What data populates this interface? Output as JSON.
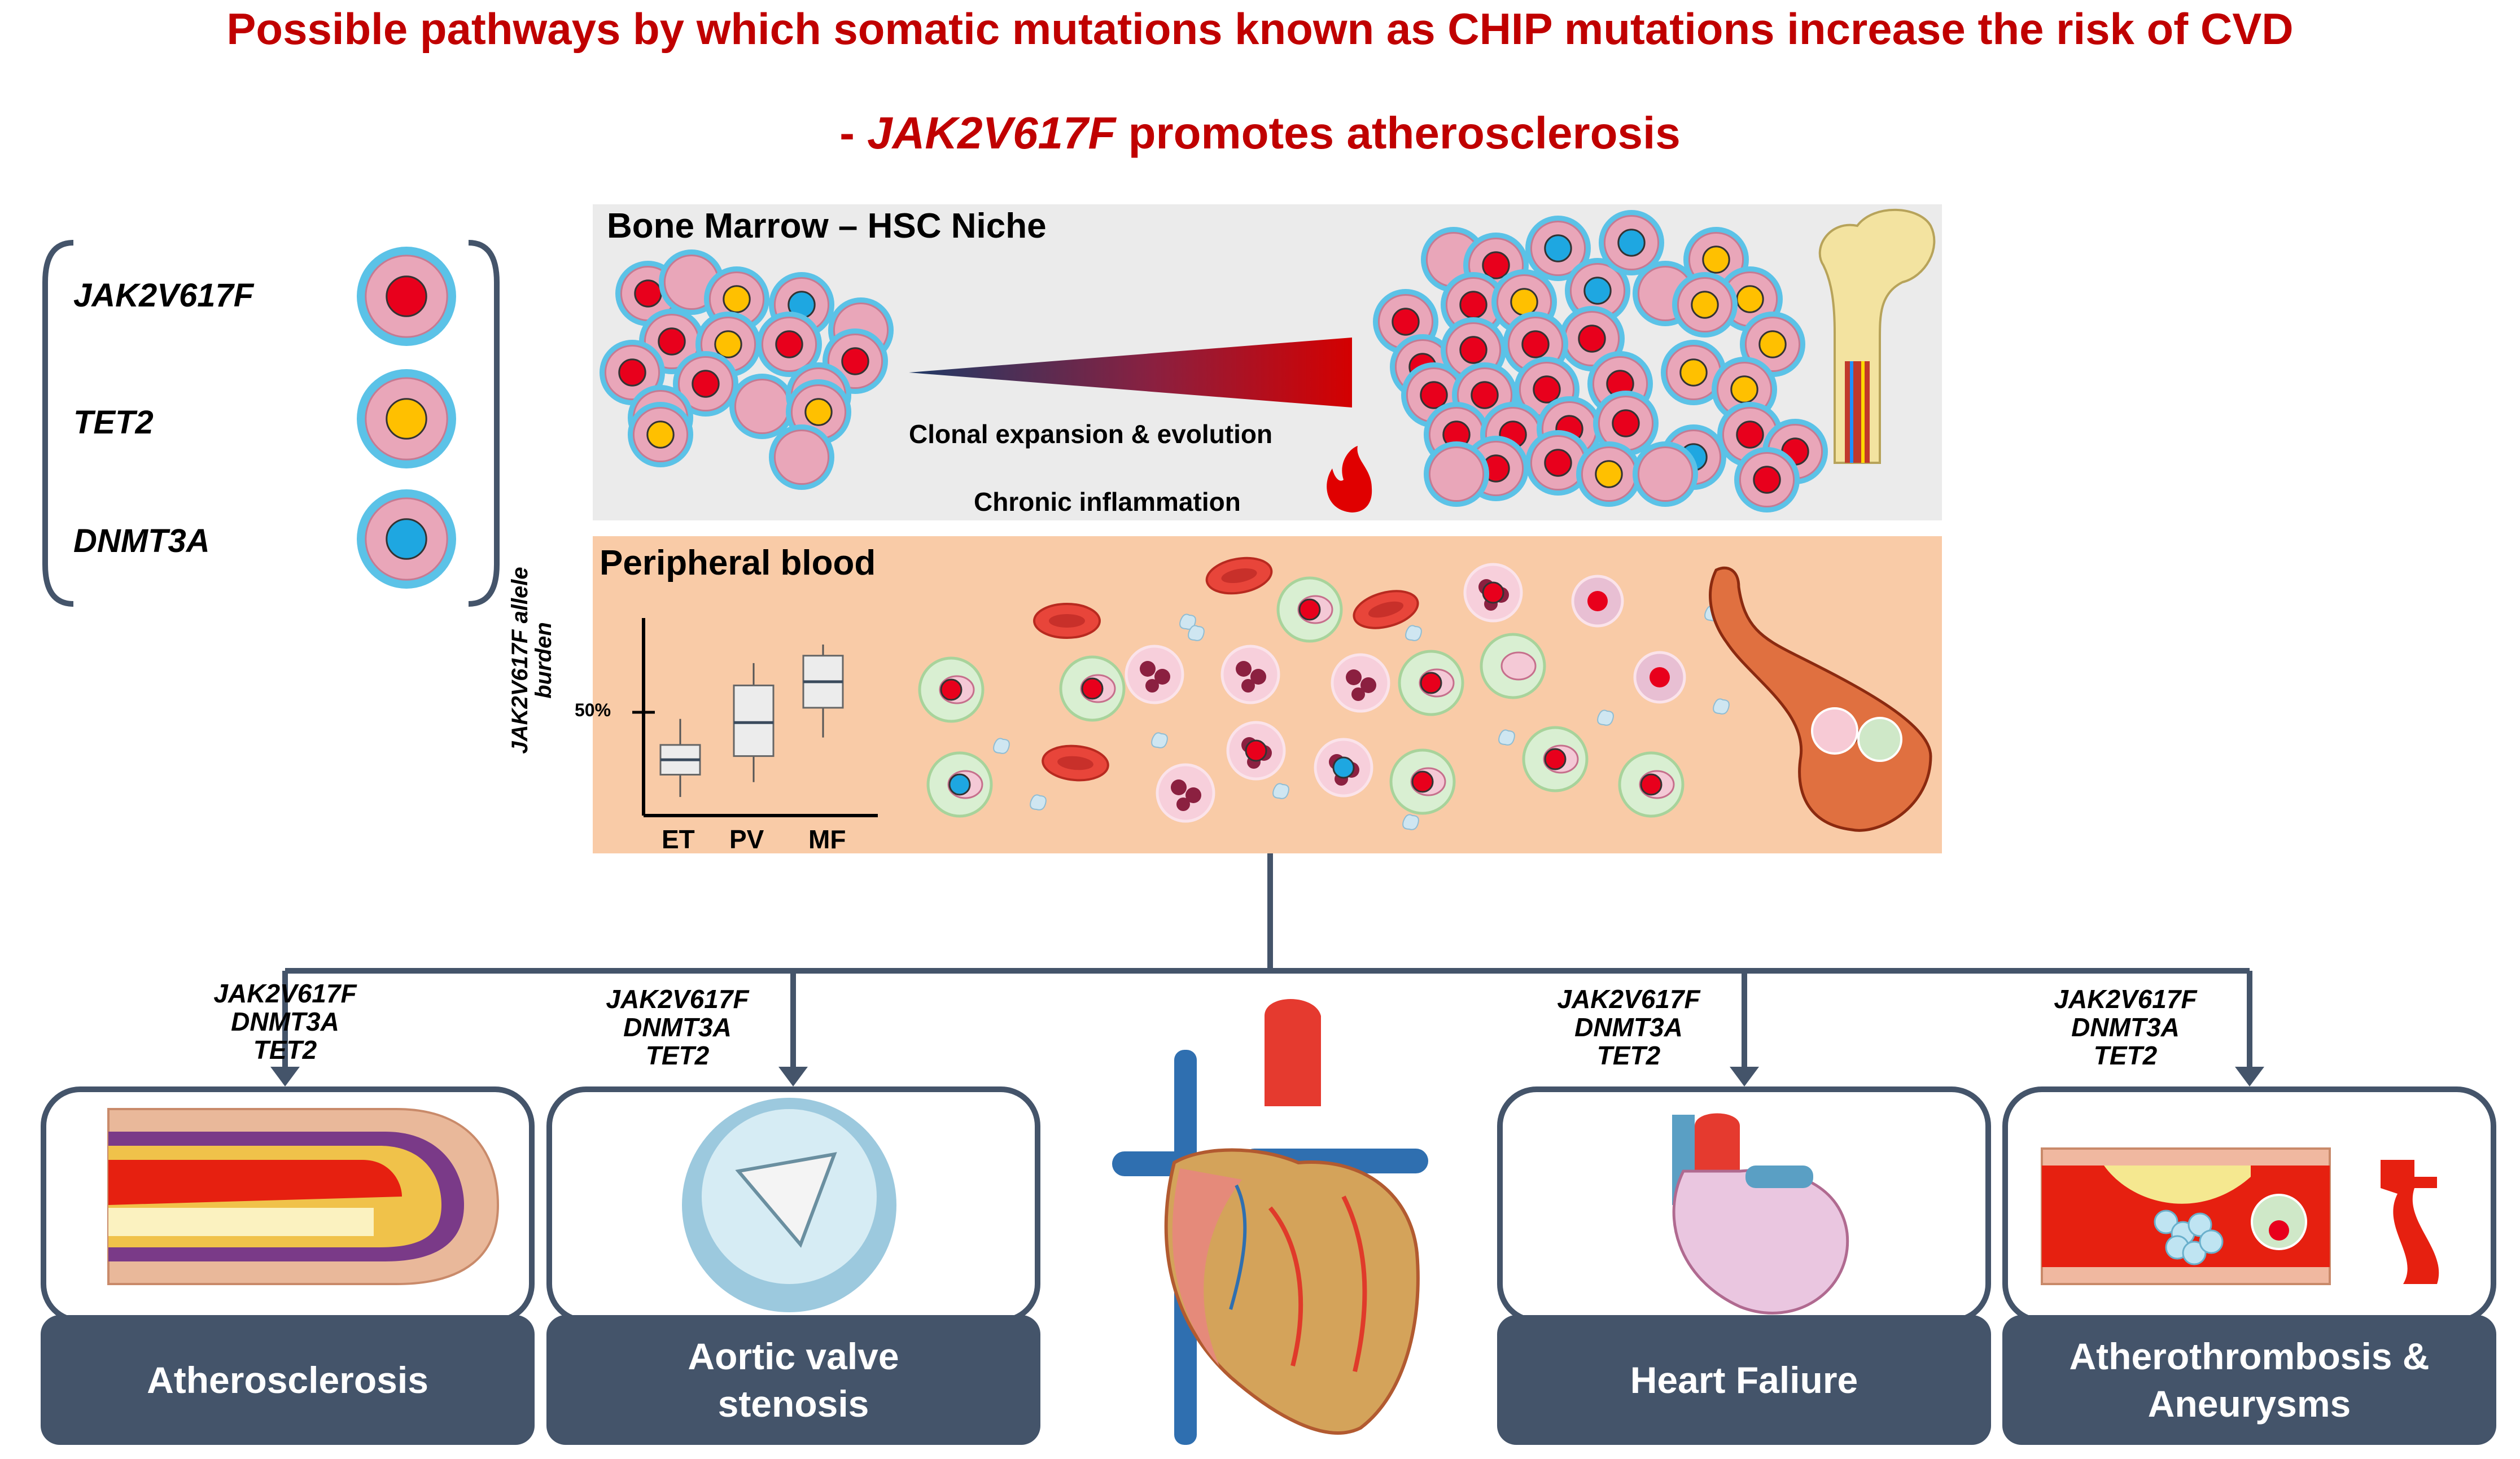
{
  "title_line1": "Possible pathways by which somatic mutations known as CHIP mutations increase the risk of CVD",
  "title_line2_prefix": "- ",
  "title_line2_gene": "JAK2V617F",
  "title_line2_suffix": " promotes atherosclerosis",
  "mutation_legend": [
    {
      "gene": "JAK2V617F",
      "dot_color": "#e8001c"
    },
    {
      "gene": "TET2",
      "dot_color": "#ffc000"
    },
    {
      "gene": "DNMT3A",
      "dot_color": "#1ea7e1"
    }
  ],
  "bone_marrow": {
    "heading": "Bone Marrow – HSC Niche",
    "expansion_label": "Clonal expansion & evolution",
    "inflammation_label": "Chronic inflammation"
  },
  "peripheral_blood": {
    "heading": "Peripheral blood"
  },
  "chart_data": {
    "type": "box",
    "ylabel": "JAK2V617F allele burden",
    "ytick_label": "50%",
    "categories": [
      "ET",
      "PV",
      "MF"
    ],
    "boxes": [
      {
        "label": "ET",
        "whisker_low": 10,
        "q1": 22,
        "median": 30,
        "q3": 38,
        "whisker_high": 52
      },
      {
        "label": "PV",
        "whisker_low": 18,
        "q1": 32,
        "median": 50,
        "q3": 70,
        "whisker_high": 82
      },
      {
        "label": "MF",
        "whisker_low": 42,
        "q1": 58,
        "median": 72,
        "q3": 86,
        "whisker_high": 92
      }
    ]
  },
  "outcomes": [
    {
      "name": "Atherosclerosis",
      "genes": [
        "JAK2V617F",
        "DNMT3A",
        "TET2"
      ]
    },
    {
      "name": "Aortic valve stenosis",
      "name_lines": [
        "Aortic valve",
        "stenosis"
      ],
      "genes": [
        "JAK2V617F",
        "DNMT3A",
        "TET2"
      ]
    },
    {
      "name": "Heart Faliure",
      "genes": [
        "JAK2V617F",
        "DNMT3A",
        "TET2"
      ]
    },
    {
      "name": "Atherothrombosis & Aneurysms",
      "name_lines": [
        "Atherothrombosis &",
        "Aneurysms"
      ],
      "genes": [
        "JAK2V617F",
        "DNMT3A",
        "TET2"
      ]
    }
  ],
  "colors": {
    "title": "#c00000",
    "connector": "#44546a",
    "bone_marrow_bg": "#ebebeb",
    "peripheral_blood_bg": "#f9cba7",
    "cell_body": "#e9a6b9",
    "cell_ring": "#5bc2e7"
  }
}
